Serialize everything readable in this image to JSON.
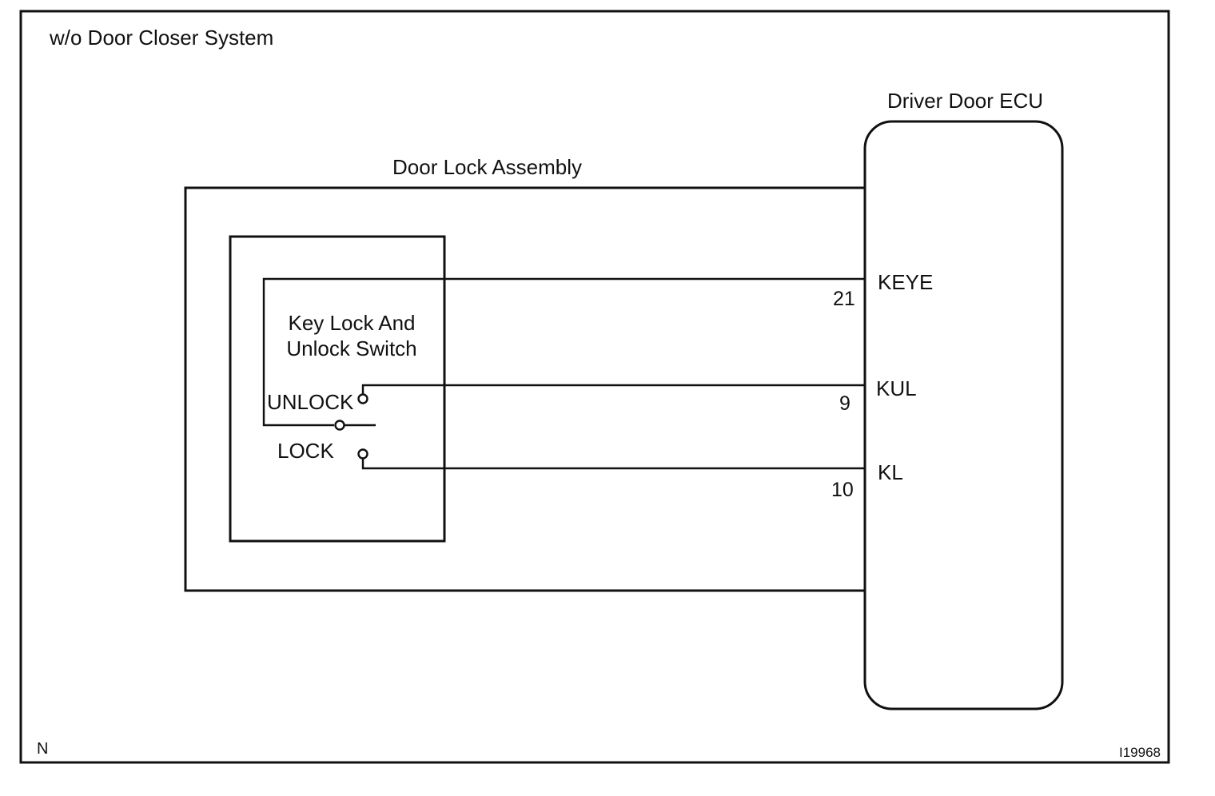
{
  "frame": {
    "condition_label": "w/o Door Closer System",
    "corner_mark": "N",
    "figure_code": "I19968"
  },
  "ecu": {
    "title": "Driver Door ECU",
    "terminals": [
      {
        "name": "KEYE",
        "pin": "21"
      },
      {
        "name": "KUL",
        "pin": "9"
      },
      {
        "name": "KL",
        "pin": "10"
      }
    ]
  },
  "door_lock_assembly": {
    "title": "Door Lock Assembly"
  },
  "switch": {
    "title_line1": "Key Lock And",
    "title_line2": "Unlock Switch",
    "positions": {
      "unlock": "UNLOCK",
      "lock": "LOCK"
    }
  },
  "colors": {
    "line": "#111111",
    "background": "#ffffff"
  }
}
